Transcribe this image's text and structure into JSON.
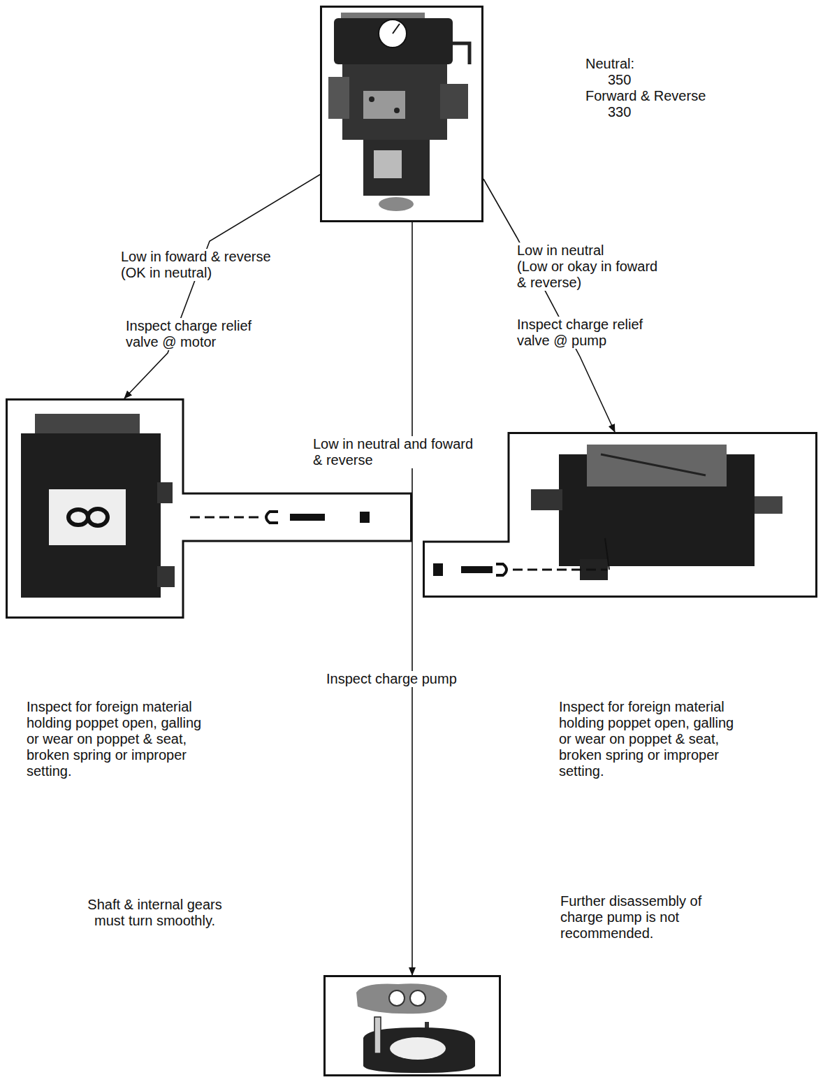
{
  "diagram": {
    "nodes": [
      {
        "text": [
          "Neutral: 350",
          "Forward & Reverse 330"
        ]
      },
      {
        "text": [
          "Inspect for foreign material holding poppet open, galling or wear on poppet & seat, broken spring or improper setting."
        ]
      },
      {
        "text": [
          "Inspect for foreign material holding poppet open, galling or wear on poppet & seat, broken spring or improper setting."
        ]
      },
      {
        "text": [
          "Shaft & internal gears must turn smoothly.",
          "Further disassembly of charge pump is not recommended."
        ]
      }
    ],
    "edges": [
      {
        "from": 0,
        "to": 1,
        "arrow": "to",
        "label": "Low in foward & reverse (OK in neutral)"
      },
      {
        "from": 0,
        "to": 2,
        "arrow": "to",
        "label": "Low in neutral"
      },
      {
        "from": 0,
        "to": 3,
        "arrow": "to",
        "label": "Low in neutral and foward & reverse"
      }
    ],
    "labels": [
      "(Low or okay in foward & reverse)",
      "Inspect charge relief valve @ motor",
      "Inspect charge relief valve @ pump",
      "Inspect charge pump"
    ]
  }
}
